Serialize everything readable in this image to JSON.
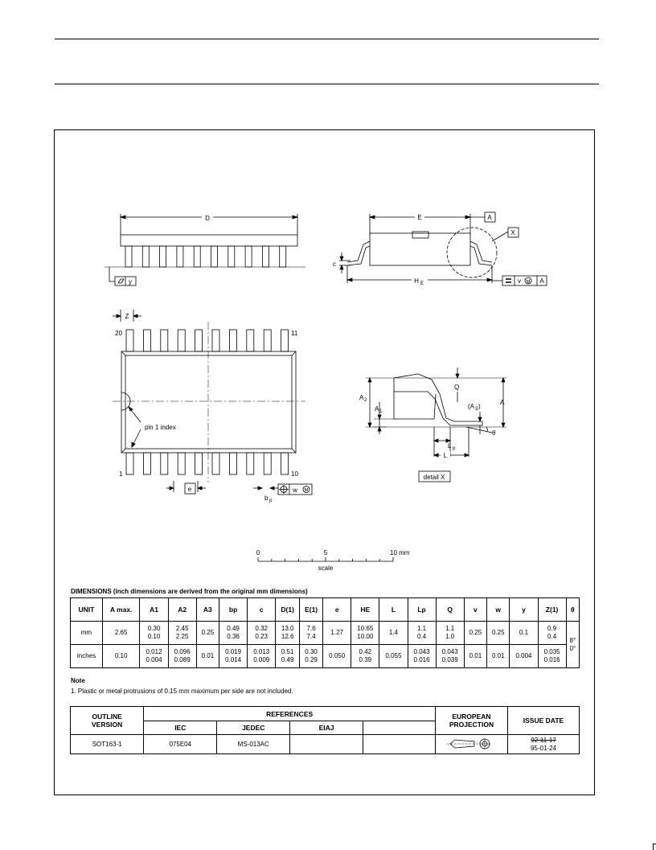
{
  "drawing": {
    "dim_D": "D",
    "dim_E": "E",
    "datum_A": "A",
    "label_X": "X",
    "dim_c": "c",
    "dim_HE": "H",
    "dim_HE_sub": "E",
    "flatness_y": "y",
    "coplanarity": [
      "v",
      "M",
      "A"
    ],
    "dim_Z": "Z",
    "pin_20": "20",
    "pin_11": "11",
    "pin_1": "1",
    "pin_10": "10",
    "pin1_index": "pin 1 index",
    "dim_e": "e",
    "dim_bp": "b",
    "dim_bp_sub": "p",
    "position_tol": [
      "w",
      "M"
    ],
    "detail_label": "detail X",
    "detail_A2": "A",
    "detail_A2_sub": "2",
    "detail_A1": "A",
    "detail_A1_sub": "1",
    "detail_A": "A",
    "detail_Q": "Q",
    "detail_A3": "(A",
    "detail_A3_sub": "3",
    "detail_A3_close": ")",
    "detail_Lp": "L",
    "detail_Lp_sub": "p",
    "detail_L": "L",
    "detail_theta": "θ"
  },
  "scale": {
    "ticks": [
      "0",
      "5",
      "10 mm"
    ],
    "label": "scale"
  },
  "dimensions": {
    "title": "DIMENSIONS (inch dimensions are derived from the original mm dimensions)",
    "headers": [
      "UNIT",
      "A max.",
      "A1",
      "A2",
      "A3",
      "bp",
      "c",
      "D(1)",
      "E(1)",
      "e",
      "HE",
      "L",
      "Lp",
      "Q",
      "v",
      "w",
      "y",
      "Z(1)",
      "θ"
    ],
    "rows": [
      [
        "mm",
        "2.65",
        "0.30\n0.10",
        "2.45\n2.25",
        "0.25",
        "0.49\n0.36",
        "0.32\n0.23",
        "13.0\n12.6",
        "7.6\n7.4",
        "1.27",
        "10.65\n10.00",
        "1.4",
        "1.1\n0.4",
        "1.1\n1.0",
        "0.25",
        "0.25",
        "0.1",
        "0.9\n0.4"
      ],
      [
        "inches",
        "0.10",
        "0.012\n0.004",
        "0.096\n0.089",
        "0.01",
        "0.019\n0.014",
        "0.013\n0.009",
        "0.51\n0.49",
        "0.30\n0.29",
        "0.050",
        "0.42\n0.39",
        "0.055",
        "0.043\n0.016",
        "0.043\n0.039",
        "0.01",
        "0.01",
        "0.004",
        "0.035\n0.016"
      ]
    ],
    "theta_value": "8°\n0°"
  },
  "note": {
    "title": "Note",
    "text": "1. Plastic or metal protrusions of 0.15 mm maximum per side are not included."
  },
  "references": {
    "outline_header": "OUTLINE\nVERSION",
    "refs_header": "REFERENCES",
    "iec_header": "IEC",
    "jedec_header": "JEDEC",
    "eiaj_header": "EIAJ",
    "projection_header": "EUROPEAN\nPROJECTION",
    "issue_header": "ISSUE DATE",
    "outline": "SOT163-1",
    "iec": "075E04",
    "jedec": "MS-013AC",
    "eiaj": "",
    "issue_old": "92-11-17",
    "issue_new": "95-01-24"
  }
}
